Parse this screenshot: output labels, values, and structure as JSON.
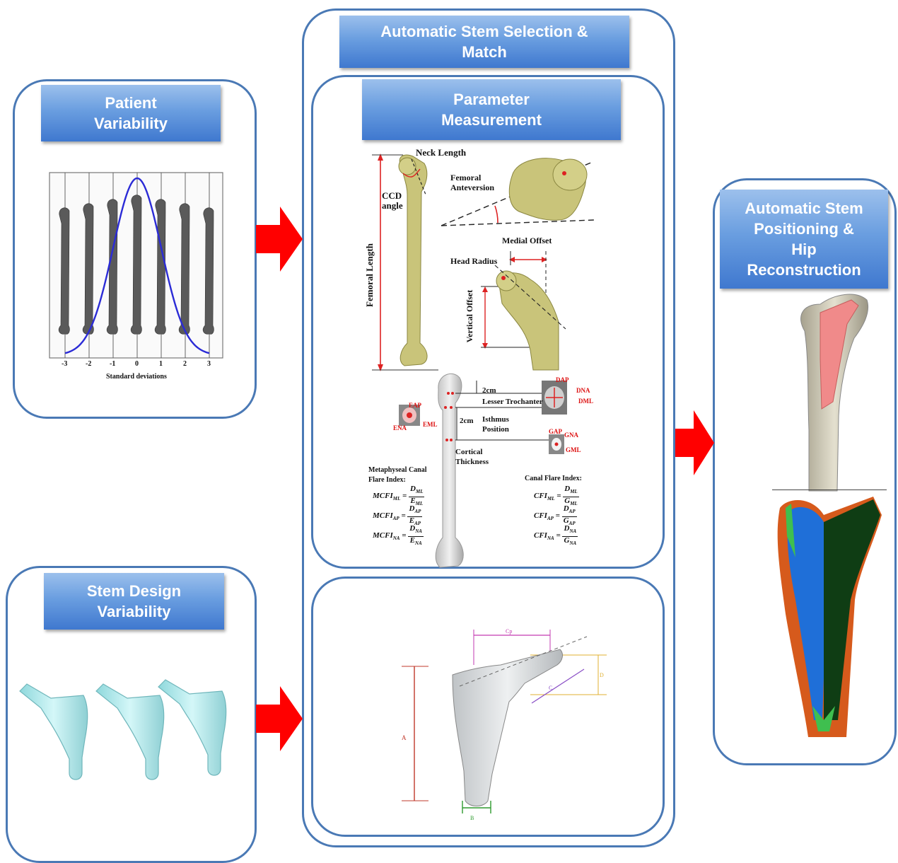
{
  "headers": {
    "patient": "Patient\nVariability",
    "stem_design": "Stem Design\nVariability",
    "auto_selection": "Automatic Stem   Selection &\nMatch",
    "parameter": "Parameter\nMeasurement",
    "positioning": "Automatic Stem\nPositioning &\nHip\nReconstruction"
  },
  "distribution_chart": {
    "xlabel": "Standard deviations",
    "ticks": [
      "-3",
      "-2",
      "-1",
      "0",
      "1",
      "2",
      "3"
    ]
  },
  "femur_labels": {
    "neck_length": "Neck Length",
    "ccd_angle": "CCD\nangle",
    "femoral_length": "Femoral  Length",
    "femoral_anteversion": "Femoral\nAnteversion",
    "medial_offset": "Medial Offset",
    "head_radius": "Head Radius",
    "vertical_offset": "Vertical Offset",
    "two_cm_top": "2cm",
    "lesser_trochanter": "Lesser Trochanter",
    "two_cm_isthmus": "2cm",
    "isthmus_position": "Isthmus\nPosition",
    "cortical_thickness": "Cortical\nThickness",
    "metaphyseal_title": "Metaphyseal Canal\nFlare Index:",
    "canal_flare_title": "Canal Flare Index:",
    "e_ap": "EAP",
    "e_na": "ENA",
    "e_ml": "EML",
    "d_ap": "DAP",
    "d_na": "DNA",
    "d_ml": "DML",
    "g_ap": "GAP",
    "g_na": "GNA",
    "g_ml": "GML"
  },
  "formulas": {
    "mcfi": [
      {
        "lhs": "MCFI",
        "sub": "ML",
        "num": "D",
        "nsub": "ML",
        "den": "E",
        "dsub": "ML"
      },
      {
        "lhs": "MCFI",
        "sub": "AP",
        "num": "D",
        "nsub": "AP",
        "den": "E",
        "dsub": "AP"
      },
      {
        "lhs": "MCFI",
        "sub": "NA",
        "num": "D",
        "nsub": "NA",
        "den": "E",
        "dsub": "NA"
      }
    ],
    "cfi": [
      {
        "lhs": "CFI",
        "sub": "ML",
        "num": "D",
        "nsub": "ML",
        "den": "G",
        "dsub": "ML"
      },
      {
        "lhs": "CFI",
        "sub": "AP",
        "num": "D",
        "nsub": "AP",
        "den": "G",
        "dsub": "AP"
      },
      {
        "lhs": "CFI",
        "sub": "NA",
        "num": "D",
        "nsub": "NA",
        "den": "G",
        "dsub": "NA"
      }
    ]
  },
  "stem_dims": {
    "a": "A",
    "b": "B",
    "c": "C",
    "cp": "Cp",
    "d": "D"
  },
  "colors": {
    "panel_border": "#4a79b5",
    "header_fill": "#6a9ee0",
    "arrow": "#ff0000",
    "bone": "#c9c47a",
    "stem": "#b7eef0",
    "curve": "#2b2bd6"
  }
}
